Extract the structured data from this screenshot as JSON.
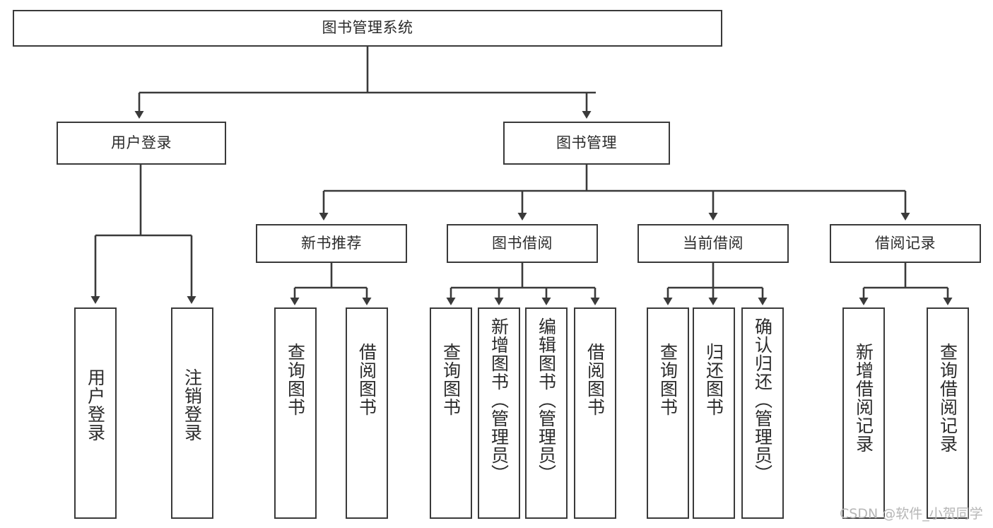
{
  "diagram": {
    "type": "tree-hierarchy-chart",
    "title": "图书管理系统",
    "orientation": "top-down",
    "line_color": "#3a3a3a",
    "box_fill": "#ffffff",
    "text_color": "#2b2b2b",
    "levels": 4
  },
  "root": {
    "label": "图书管理系统"
  },
  "level2": [
    {
      "label": "用户登录"
    },
    {
      "label": "图书管理"
    }
  ],
  "level3": [
    {
      "label": "新书推荐"
    },
    {
      "label": "图书借阅"
    },
    {
      "label": "当前借阅"
    },
    {
      "label": "借阅记录"
    }
  ],
  "leaves": {
    "user_login": [
      {
        "label": "用户登录"
      },
      {
        "label": "注销登录"
      }
    ],
    "new_book_recommend": [
      {
        "label": "查询图书"
      },
      {
        "label": "借阅图书"
      }
    ],
    "book_borrow": [
      {
        "label": "查询图书"
      },
      {
        "label": "新增图书（管理员）"
      },
      {
        "label": "编辑图书（管理员）"
      },
      {
        "label": "借阅图书"
      }
    ],
    "current_borrow": [
      {
        "label": "查询图书"
      },
      {
        "label": "归还图书"
      },
      {
        "label": "确认归还（管理员）"
      }
    ],
    "borrow_record": [
      {
        "label": "新增借阅记录"
      },
      {
        "label": "查询借阅记录"
      }
    ]
  },
  "watermark": {
    "text": "CSDN @软件_小贺同学",
    "color": "#b6b6b6"
  }
}
